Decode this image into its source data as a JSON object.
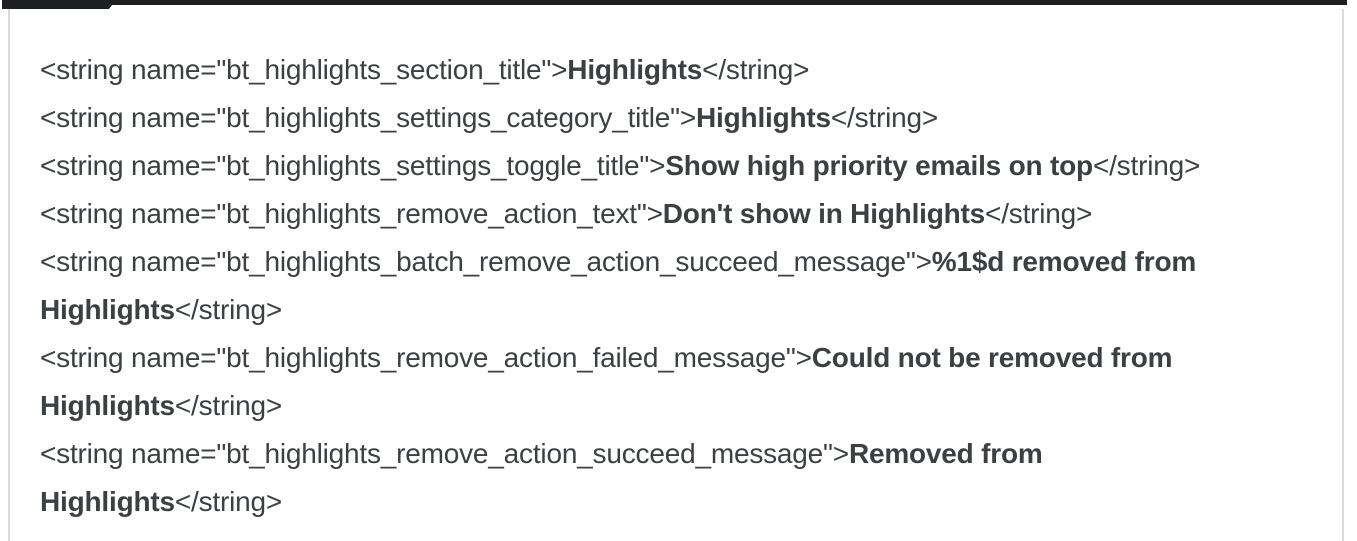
{
  "theme": {
    "background": "#ffffff",
    "top_bar_color": "#1d1f21",
    "border_color": "#d9d9d9",
    "text_color": "#3c4043"
  },
  "code_view": {
    "language": "xml",
    "lines": [
      {
        "segments": [
          {
            "text": "<string name=\"bt_highlights_section_title\">",
            "bold": false
          },
          {
            "text": "Highlights",
            "bold": true
          },
          {
            "text": "</string>",
            "bold": false
          }
        ]
      },
      {
        "segments": [
          {
            "text": "<string name=\"bt_highlights_settings_category_title\">",
            "bold": false
          },
          {
            "text": "Highlights",
            "bold": true
          },
          {
            "text": "</string>",
            "bold": false
          }
        ]
      },
      {
        "segments": [
          {
            "text": "<string name=\"bt_highlights_settings_toggle_title\">",
            "bold": false
          },
          {
            "text": "Show high priority emails on top",
            "bold": true
          },
          {
            "text": "</string>",
            "bold": false
          }
        ]
      },
      {
        "segments": [
          {
            "text": "<string name=\"bt_highlights_remove_action_text\">",
            "bold": false
          },
          {
            "text": "Don't show in Highlights",
            "bold": true
          },
          {
            "text": "</string>",
            "bold": false
          }
        ]
      },
      {
        "segments": [
          {
            "text": "<string name=\"bt_highlights_batch_remove_action_succeed_message\">",
            "bold": false
          },
          {
            "text": "%1$d removed from",
            "bold": true
          }
        ]
      },
      {
        "segments": [
          {
            "text": "Highlights",
            "bold": true
          },
          {
            "text": "</string>",
            "bold": false
          }
        ]
      },
      {
        "segments": [
          {
            "text": "<string name=\"bt_highlights_remove_action_failed_message\">",
            "bold": false
          },
          {
            "text": "Could not be removed from",
            "bold": true
          }
        ]
      },
      {
        "segments": [
          {
            "text": "Highlights",
            "bold": true
          },
          {
            "text": "</string>",
            "bold": false
          }
        ]
      },
      {
        "segments": [
          {
            "text": "<string name=\"bt_highlights_remove_action_succeed_message\">",
            "bold": false
          },
          {
            "text": "Removed from",
            "bold": true
          }
        ]
      },
      {
        "segments": [
          {
            "text": "Highlights",
            "bold": true
          },
          {
            "text": "</string>",
            "bold": false
          }
        ]
      }
    ]
  }
}
